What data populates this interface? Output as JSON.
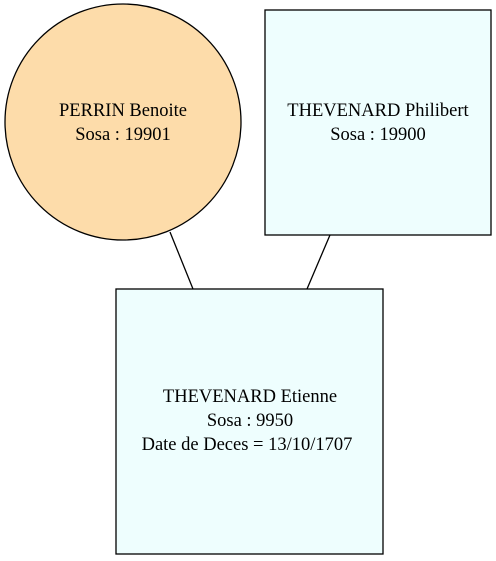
{
  "colors": {
    "female_fill": "#fddcaa",
    "male_fill": "#eefefe",
    "stroke": "#000000"
  },
  "nodes": {
    "mother": {
      "name": "PERRIN Benoite",
      "sosa": "Sosa : 19901"
    },
    "father": {
      "name": "THEVENARD Philibert",
      "sosa": "Sosa : 19900"
    },
    "subject": {
      "name": "THEVENARD Etienne",
      "sosa": "Sosa : 9950",
      "death": "Date de Deces = 13/10/1707"
    }
  }
}
